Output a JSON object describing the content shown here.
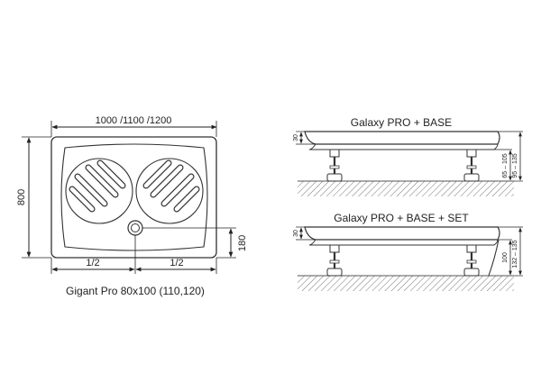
{
  "top_view": {
    "width_dim": "1000 /1100 /1200",
    "height_dim": "800",
    "drain_offset_dim": "180",
    "half_left": "1/2",
    "half_right": "1/2",
    "caption": "Gigant Pro 80x100 (110,120)"
  },
  "side_view_base": {
    "title": "Galaxy PRO + BASE",
    "rim_dim": "30",
    "leg_range_dim": "65 – 105",
    "total_range_dim": "95 – 135"
  },
  "side_view_set": {
    "title": "Galaxy PRO + BASE + SET",
    "rim_dim": "30",
    "panel_dim": "100",
    "total_range_dim": "132 – 135"
  },
  "colors": {
    "line": "#333333",
    "floor": "#888888",
    "fill": "#ffffff"
  }
}
